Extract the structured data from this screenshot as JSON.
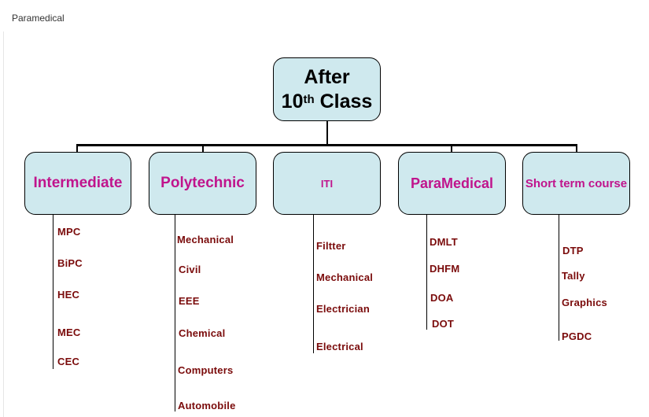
{
  "page": {
    "title": "Paramedical"
  },
  "root": {
    "line1": "After",
    "line2_num": "10",
    "line2_sup": "th",
    "line2_word": "Class"
  },
  "branches": [
    {
      "label": "Intermediate",
      "items": [
        "MPC",
        "BiPC",
        "HEC",
        "MEC",
        "CEC"
      ]
    },
    {
      "label": "Polytechnic",
      "items": [
        "Mechanical",
        "Civil",
        "EEE",
        "Chemical",
        "Computers",
        "Automobile"
      ]
    },
    {
      "label": "ITI",
      "items": [
        "Filtter",
        "Mechanical",
        "Electrician",
        "Electrical"
      ]
    },
    {
      "label": "ParaMedical",
      "items": [
        "DMLT",
        "DHFM",
        "DOA",
        "DOT"
      ]
    },
    {
      "label": "Short term course",
      "items": [
        "DTP",
        "Tally",
        "Graphics",
        "PGDC"
      ]
    }
  ],
  "colors": {
    "node_fill": "#cfe9ee",
    "branch_text": "#c0148c",
    "leaf_text": "#7a0b0b"
  }
}
